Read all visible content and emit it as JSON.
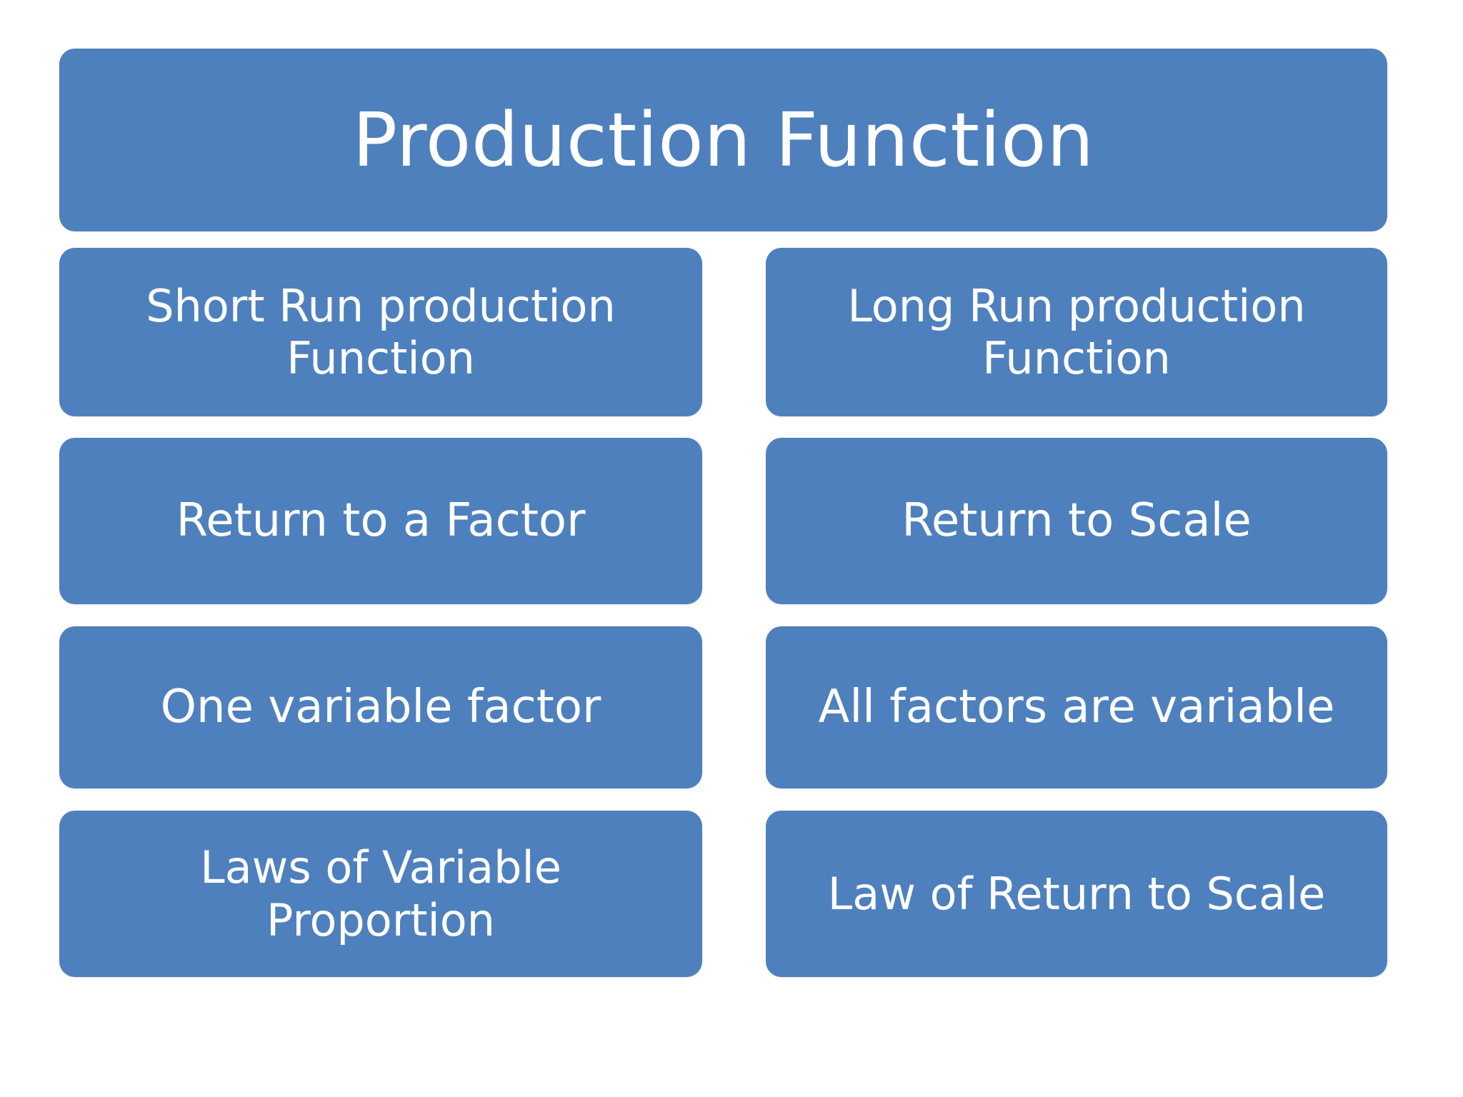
{
  "slide": {
    "background_color": "#FFFFFF",
    "box_color": "#4E80BE",
    "text_color": "#FFFFFF"
  },
  "title": {
    "label": "Production Function"
  },
  "columns": [
    {
      "name": "short-run",
      "items": [
        {
          "label": "Short Run production Function"
        },
        {
          "label": "Return to a Factor"
        },
        {
          "label": "One variable factor"
        },
        {
          "label": "Laws of Variable Proportion"
        }
      ]
    },
    {
      "name": "long-run",
      "items": [
        {
          "label": "Long Run production Function"
        },
        {
          "label": "Return to Scale"
        },
        {
          "label": "All factors are variable"
        },
        {
          "label": "Law of Return to Scale"
        }
      ]
    }
  ]
}
